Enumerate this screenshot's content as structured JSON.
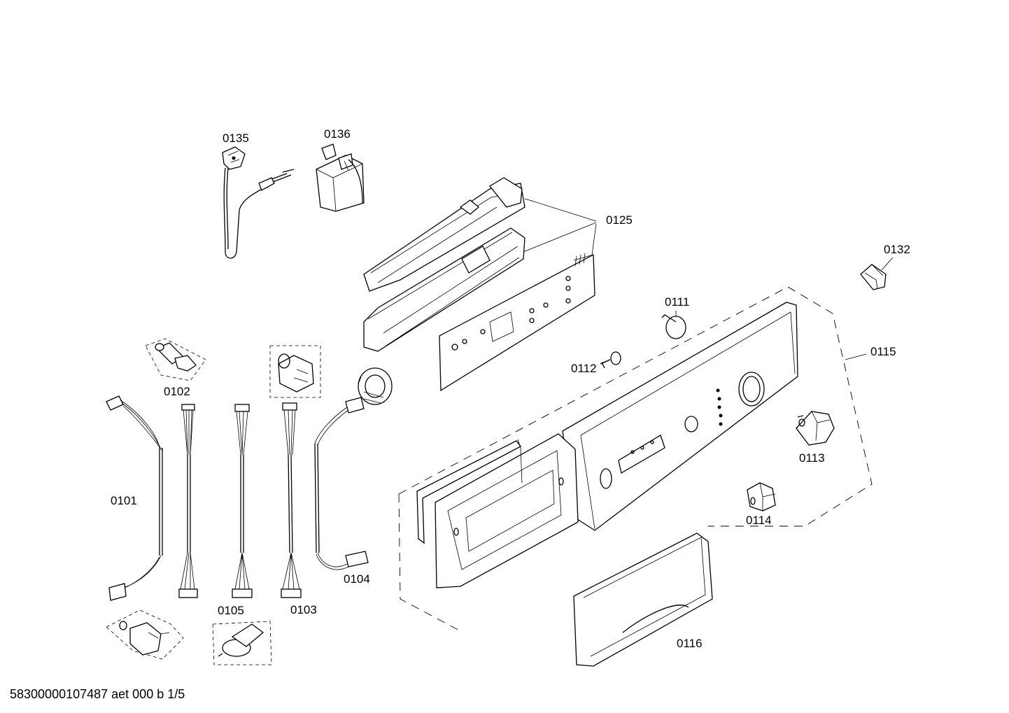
{
  "labels": {
    "p0135": "0135",
    "p0136": "0136",
    "p0125": "0125",
    "p0132": "0132",
    "p0111": "0111",
    "p0112": "0112",
    "p0115": "0115",
    "p0102": "0102",
    "p0113": "0113",
    "p0101": "0101",
    "p0114": "0114",
    "p0104": "0104",
    "p0105": "0105",
    "p0103": "0103",
    "p0116": "0116"
  },
  "footer": {
    "doc_id": "58300000107487 aet 000 b 1/5"
  }
}
